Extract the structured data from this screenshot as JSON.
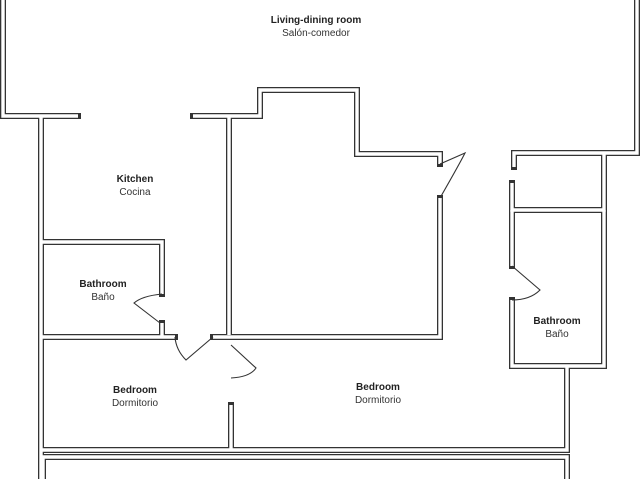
{
  "rooms": {
    "living": {
      "en": "Living-dining room",
      "es": "Salón-comedor"
    },
    "kitchen": {
      "en": "Kitchen",
      "es": "Cocina"
    },
    "bathroom_left": {
      "en": "Bathroom",
      "es": "Baño"
    },
    "bathroom_right": {
      "en": "Bathroom",
      "es": "Baño"
    },
    "bedroom_left": {
      "en": "Bedroom",
      "es": "Dormitorio"
    },
    "bedroom_main": {
      "en": "Bedroom",
      "es": "Dormitorio"
    }
  },
  "colors": {
    "wall": "#333333",
    "background": "#ffffff"
  }
}
